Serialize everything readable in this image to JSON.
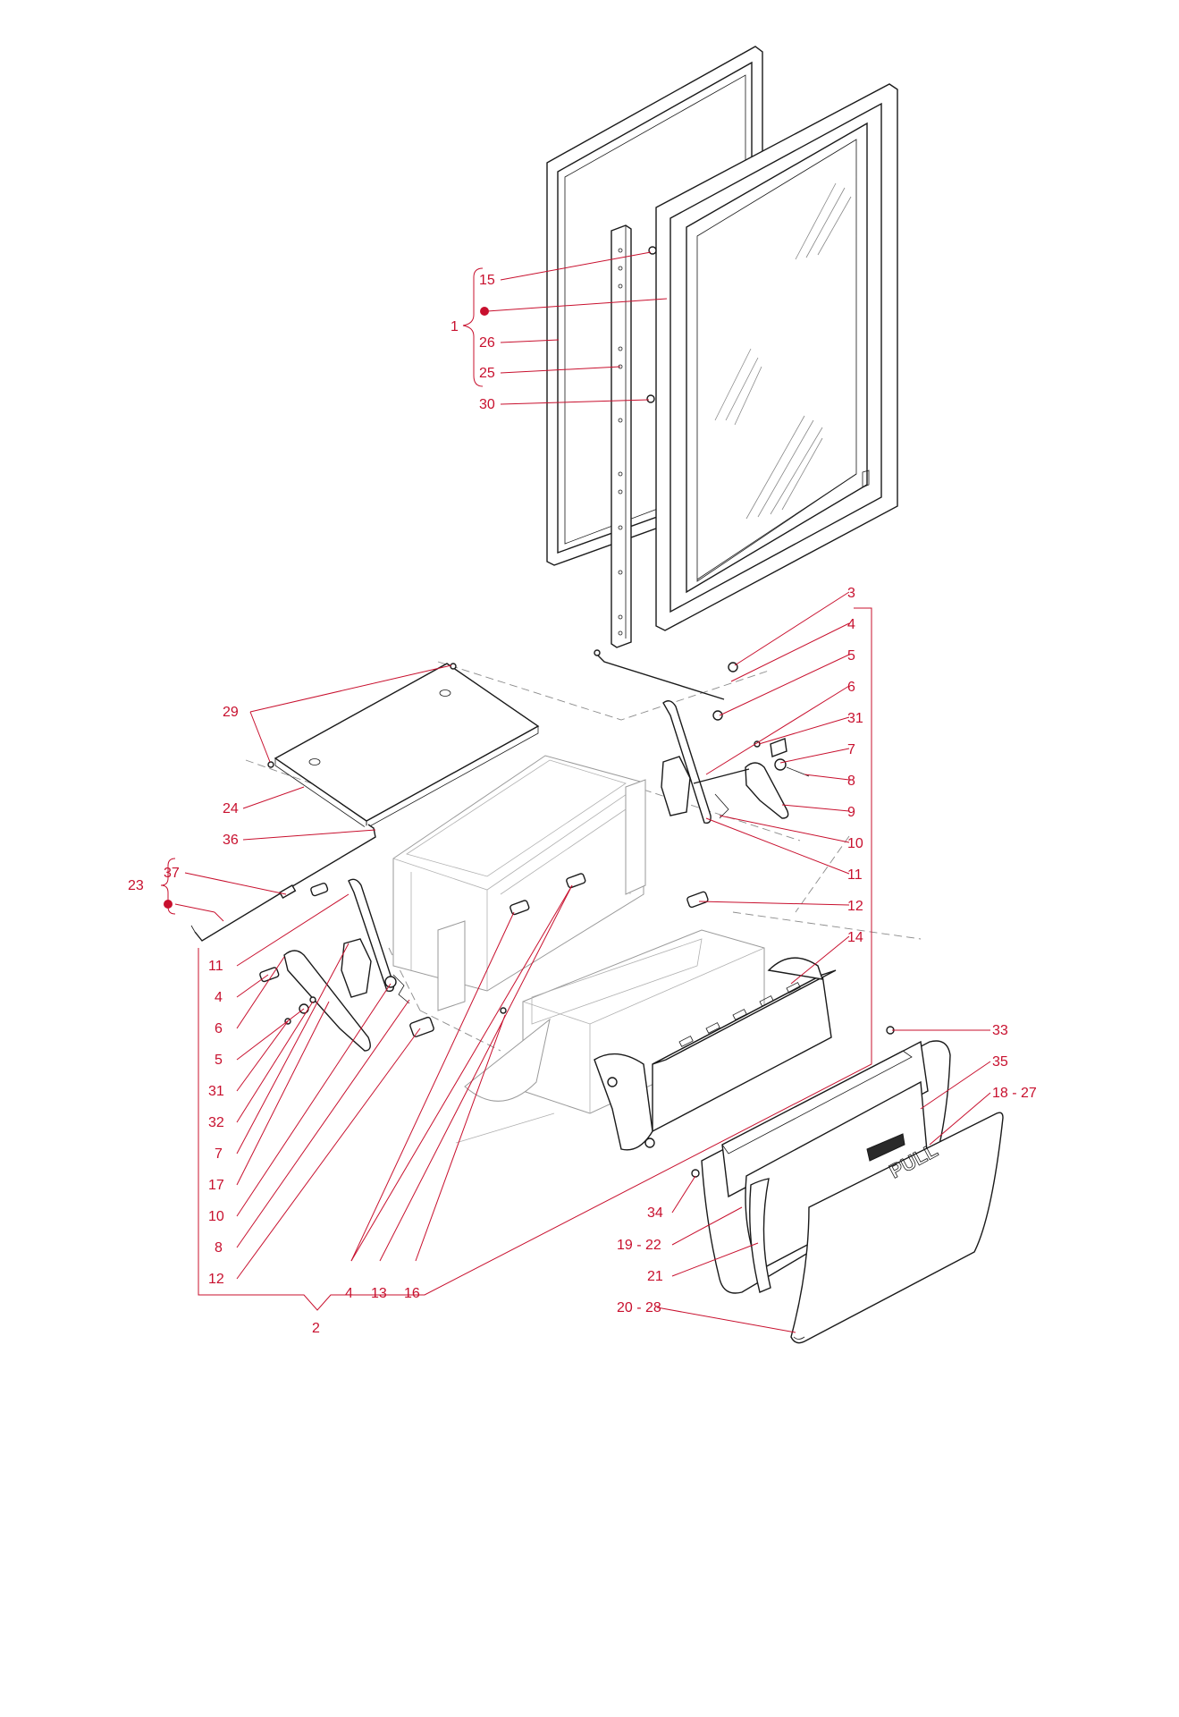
{
  "labels": {
    "l1": "1",
    "l15": "15",
    "l26": "26",
    "l25": "25",
    "l30": "30",
    "l29": "29",
    "l24": "24",
    "l36": "36",
    "l23": "23",
    "l37": "37",
    "l11a": "11",
    "l4a": "4",
    "l6a": "6",
    "l5a": "5",
    "l31a": "31",
    "l32": "32",
    "l7a": "7",
    "l17": "17",
    "l10a": "10",
    "l8a": "8",
    "l12a": "12",
    "l4b": "4",
    "l13": "13",
    "l16": "16",
    "l2": "2",
    "l3": "3",
    "l4c": "4",
    "l5b": "5",
    "l6b": "6",
    "l31b": "31",
    "l7b": "7",
    "l8b": "8",
    "l9": "9",
    "l10b": "10",
    "l11b": "11",
    "l12b": "12",
    "l14": "14",
    "l33": "33",
    "l35": "35",
    "l18_27": "18 - 27",
    "l34": "34",
    "l19_22": "19 - 22",
    "l21": "21",
    "l20_28": "20 - 28"
  },
  "door_text": "PULL",
  "colors": {
    "callout": "#c8102e",
    "line": "#1a1a1a",
    "ghost": "#9a9a9a"
  }
}
